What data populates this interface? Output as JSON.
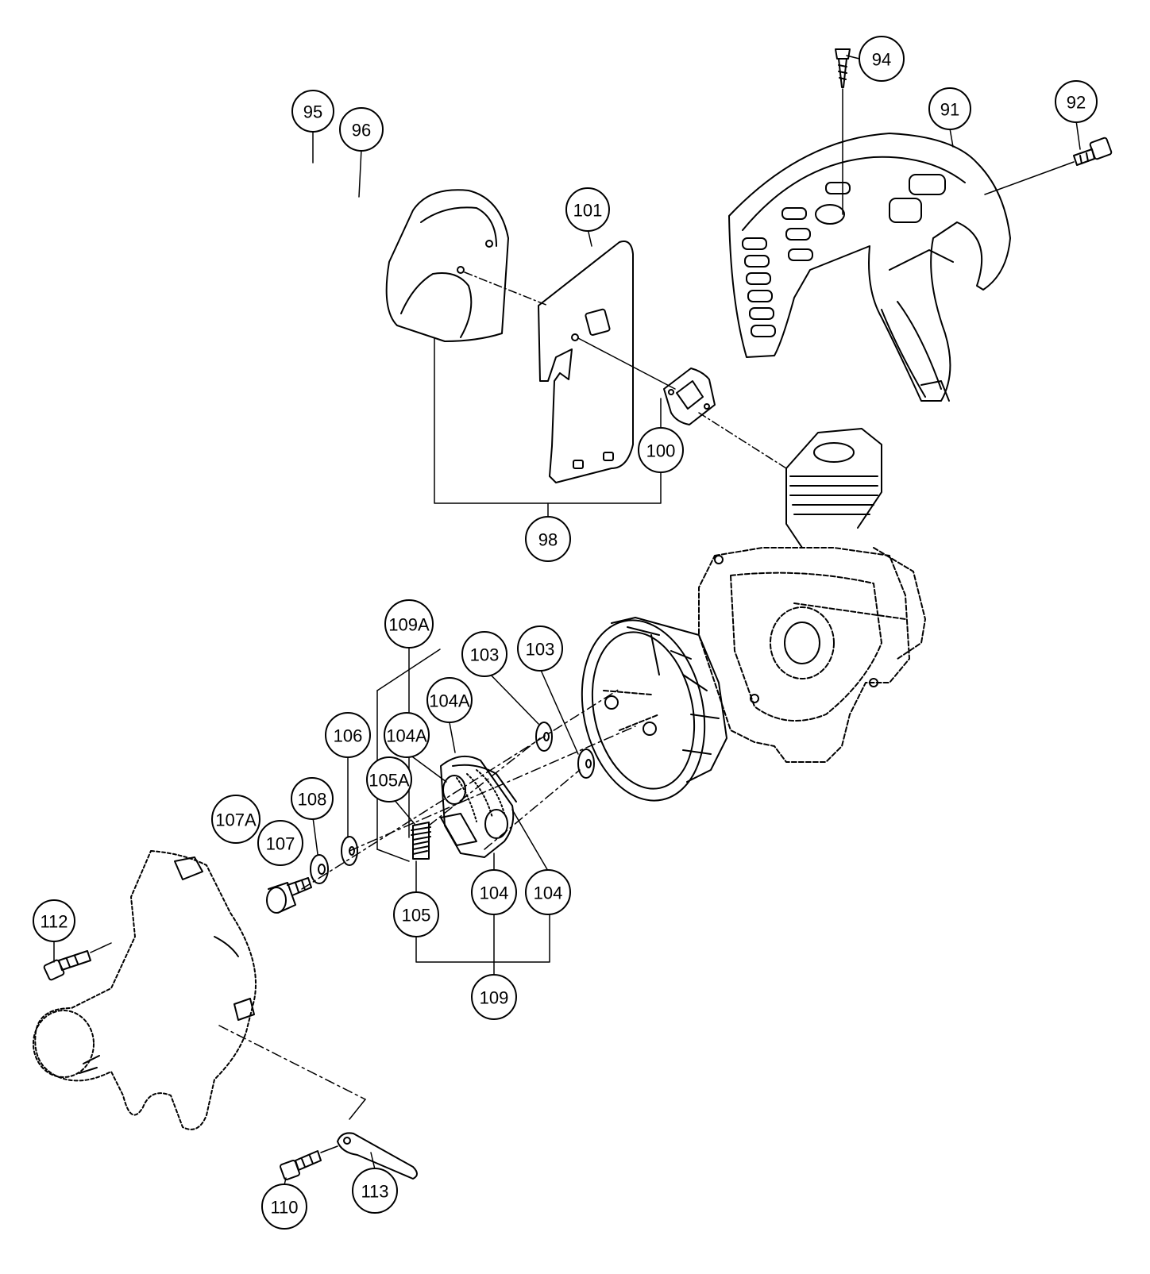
{
  "labels": {
    "l94": "94",
    "l92": "92",
    "l91": "91",
    "l95": "95",
    "l96": "96",
    "l101": "101",
    "l100": "100",
    "l98": "98",
    "l109A": "109A",
    "l103a": "103",
    "l103b": "103",
    "l104A_a": "104A",
    "l104A_b": "104A",
    "l106": "106",
    "l105A": "105A",
    "l108": "108",
    "l107A": "107A",
    "l107": "107",
    "l104a": "104",
    "l104b": "104",
    "l105": "105",
    "l109": "109",
    "l112": "112",
    "l110": "110",
    "l113": "113"
  }
}
